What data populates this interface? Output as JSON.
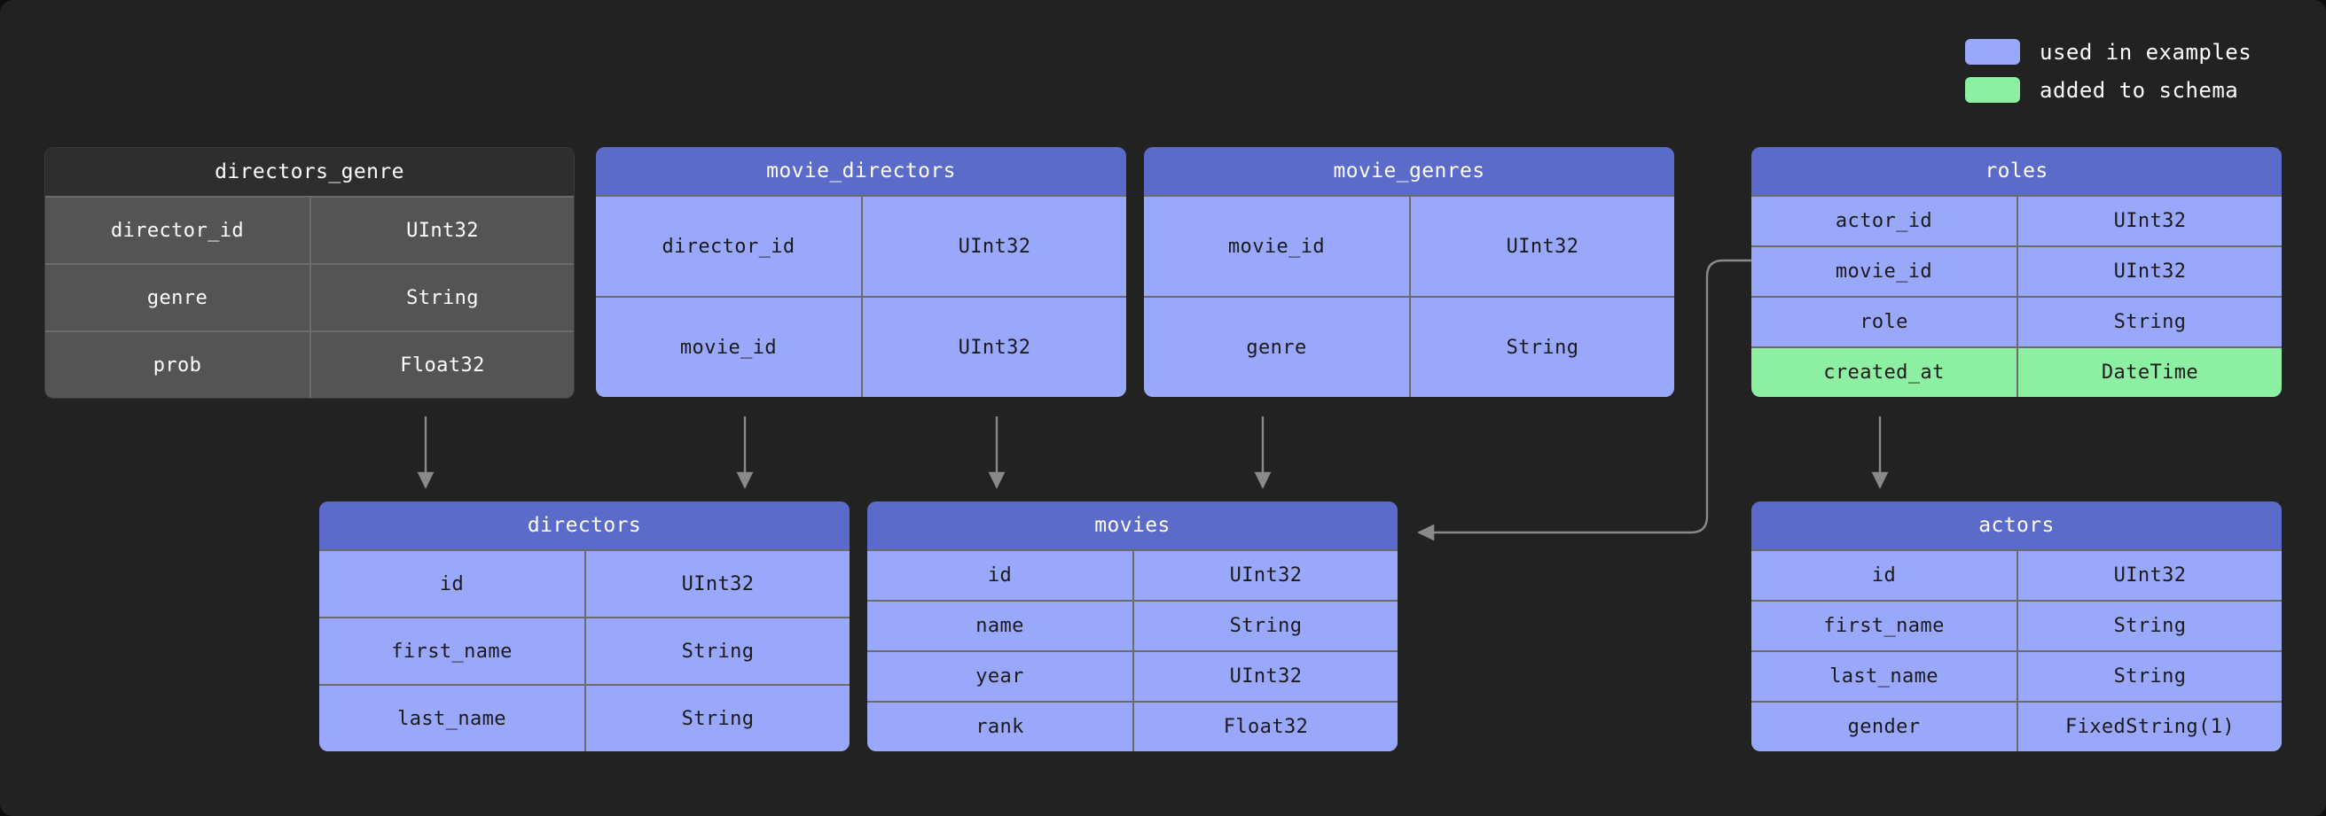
{
  "legend": {
    "items": [
      {
        "label": "used in examples",
        "color": "#9aa8fb",
        "swatch_name": "legend-swatch-used-in-examples"
      },
      {
        "label": "added to schema",
        "color": "#8cefa1",
        "swatch_name": "legend-swatch-added-to-schema"
      }
    ]
  },
  "colors": {
    "background": "#222222",
    "highlight_header": "#5b6bca",
    "highlight_body": "#9aa8fb",
    "added_row": "#8cefa1",
    "muted_header": "#2e2e2e",
    "muted_body": "#545454",
    "connector": "#8a8a8a"
  },
  "tables": [
    {
      "name": "directors_genre",
      "state": "muted",
      "rows": [
        {
          "column": "director_id",
          "type": "UInt32",
          "state": "muted"
        },
        {
          "column": "genre",
          "type": "String",
          "state": "muted"
        },
        {
          "column": "prob",
          "type": "Float32",
          "state": "muted"
        }
      ]
    },
    {
      "name": "movie_directors",
      "state": "highlighted",
      "rows": [
        {
          "column": "director_id",
          "type": "UInt32",
          "state": "highlighted"
        },
        {
          "column": "movie_id",
          "type": "UInt32",
          "state": "highlighted"
        }
      ]
    },
    {
      "name": "movie_genres",
      "state": "highlighted",
      "rows": [
        {
          "column": "movie_id",
          "type": "UInt32",
          "state": "highlighted"
        },
        {
          "column": "genre",
          "type": "String",
          "state": "highlighted"
        }
      ]
    },
    {
      "name": "roles",
      "state": "highlighted",
      "rows": [
        {
          "column": "actor_id",
          "type": "UInt32",
          "state": "highlighted"
        },
        {
          "column": "movie_id",
          "type": "UInt32",
          "state": "highlighted"
        },
        {
          "column": "role",
          "type": "String",
          "state": "highlighted"
        },
        {
          "column": "created_at",
          "type": "DateTime",
          "state": "added"
        }
      ]
    },
    {
      "name": "directors",
      "state": "highlighted",
      "rows": [
        {
          "column": "id",
          "type": "UInt32",
          "state": "highlighted"
        },
        {
          "column": "first_name",
          "type": "String",
          "state": "highlighted"
        },
        {
          "column": "last_name",
          "type": "String",
          "state": "highlighted"
        }
      ]
    },
    {
      "name": "movies",
      "state": "highlighted",
      "rows": [
        {
          "column": "id",
          "type": "UInt32",
          "state": "highlighted"
        },
        {
          "column": "name",
          "type": "String",
          "state": "highlighted"
        },
        {
          "column": "year",
          "type": "UInt32",
          "state": "highlighted"
        },
        {
          "column": "rank",
          "type": "Float32",
          "state": "highlighted"
        }
      ]
    },
    {
      "name": "actors",
      "state": "highlighted",
      "rows": [
        {
          "column": "id",
          "type": "UInt32",
          "state": "highlighted"
        },
        {
          "column": "first_name",
          "type": "String",
          "state": "highlighted"
        },
        {
          "column": "last_name",
          "type": "String",
          "state": "highlighted"
        },
        {
          "column": "gender",
          "type": "FixedString(1)",
          "state": "highlighted"
        }
      ]
    }
  ],
  "relations": [
    {
      "from": "directors_genre",
      "to": "directors"
    },
    {
      "from": "movie_directors",
      "to": "directors"
    },
    {
      "from": "movie_directors",
      "to": "movies"
    },
    {
      "from": "movie_genres",
      "to": "movies"
    },
    {
      "from": "roles",
      "to": "movies"
    },
    {
      "from": "roles",
      "to": "actors"
    }
  ]
}
